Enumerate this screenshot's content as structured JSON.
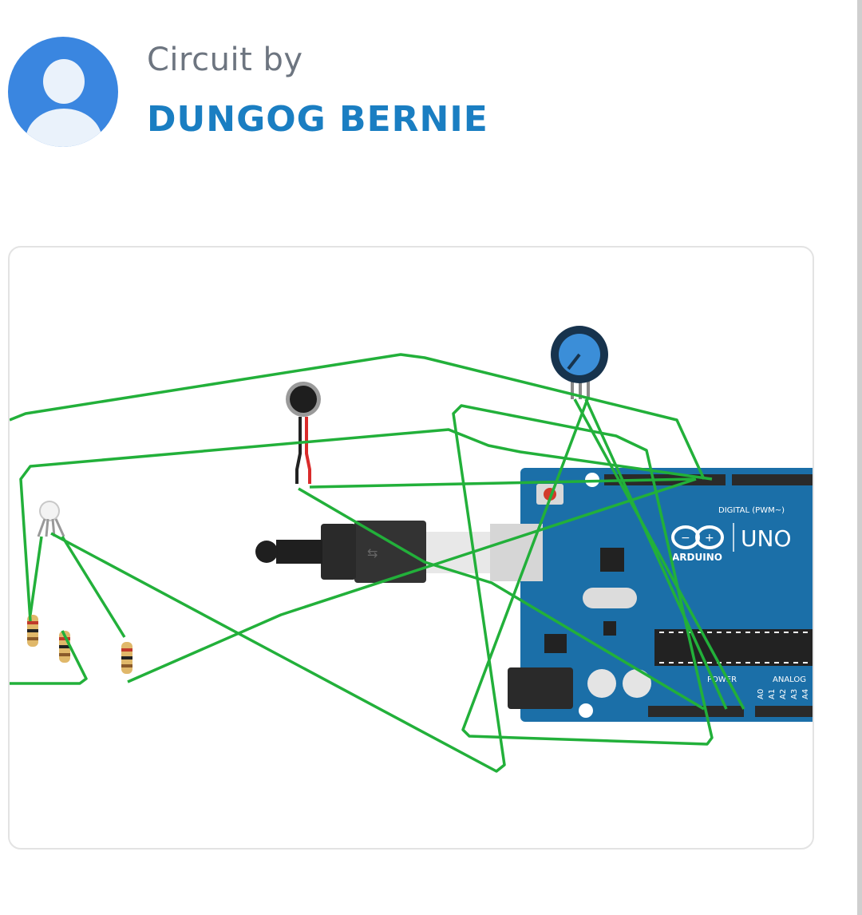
{
  "author": {
    "byline": "Circuit by",
    "name": "DUNGOG BERNIE"
  },
  "circuit": {
    "board": {
      "model": "UNO",
      "brand": "ARDUINO",
      "digital_header": "DIGITAL (PWM~)",
      "power_header": "POWER",
      "analog_header": "ANALOG",
      "analog_pins": [
        "A0",
        "A1",
        "A2",
        "A3",
        "A4"
      ]
    },
    "colors": {
      "wire": "#22b03a",
      "board": "#1b6fa8",
      "avatar": "#3a86e0",
      "author_name": "#1a7ec2"
    }
  }
}
